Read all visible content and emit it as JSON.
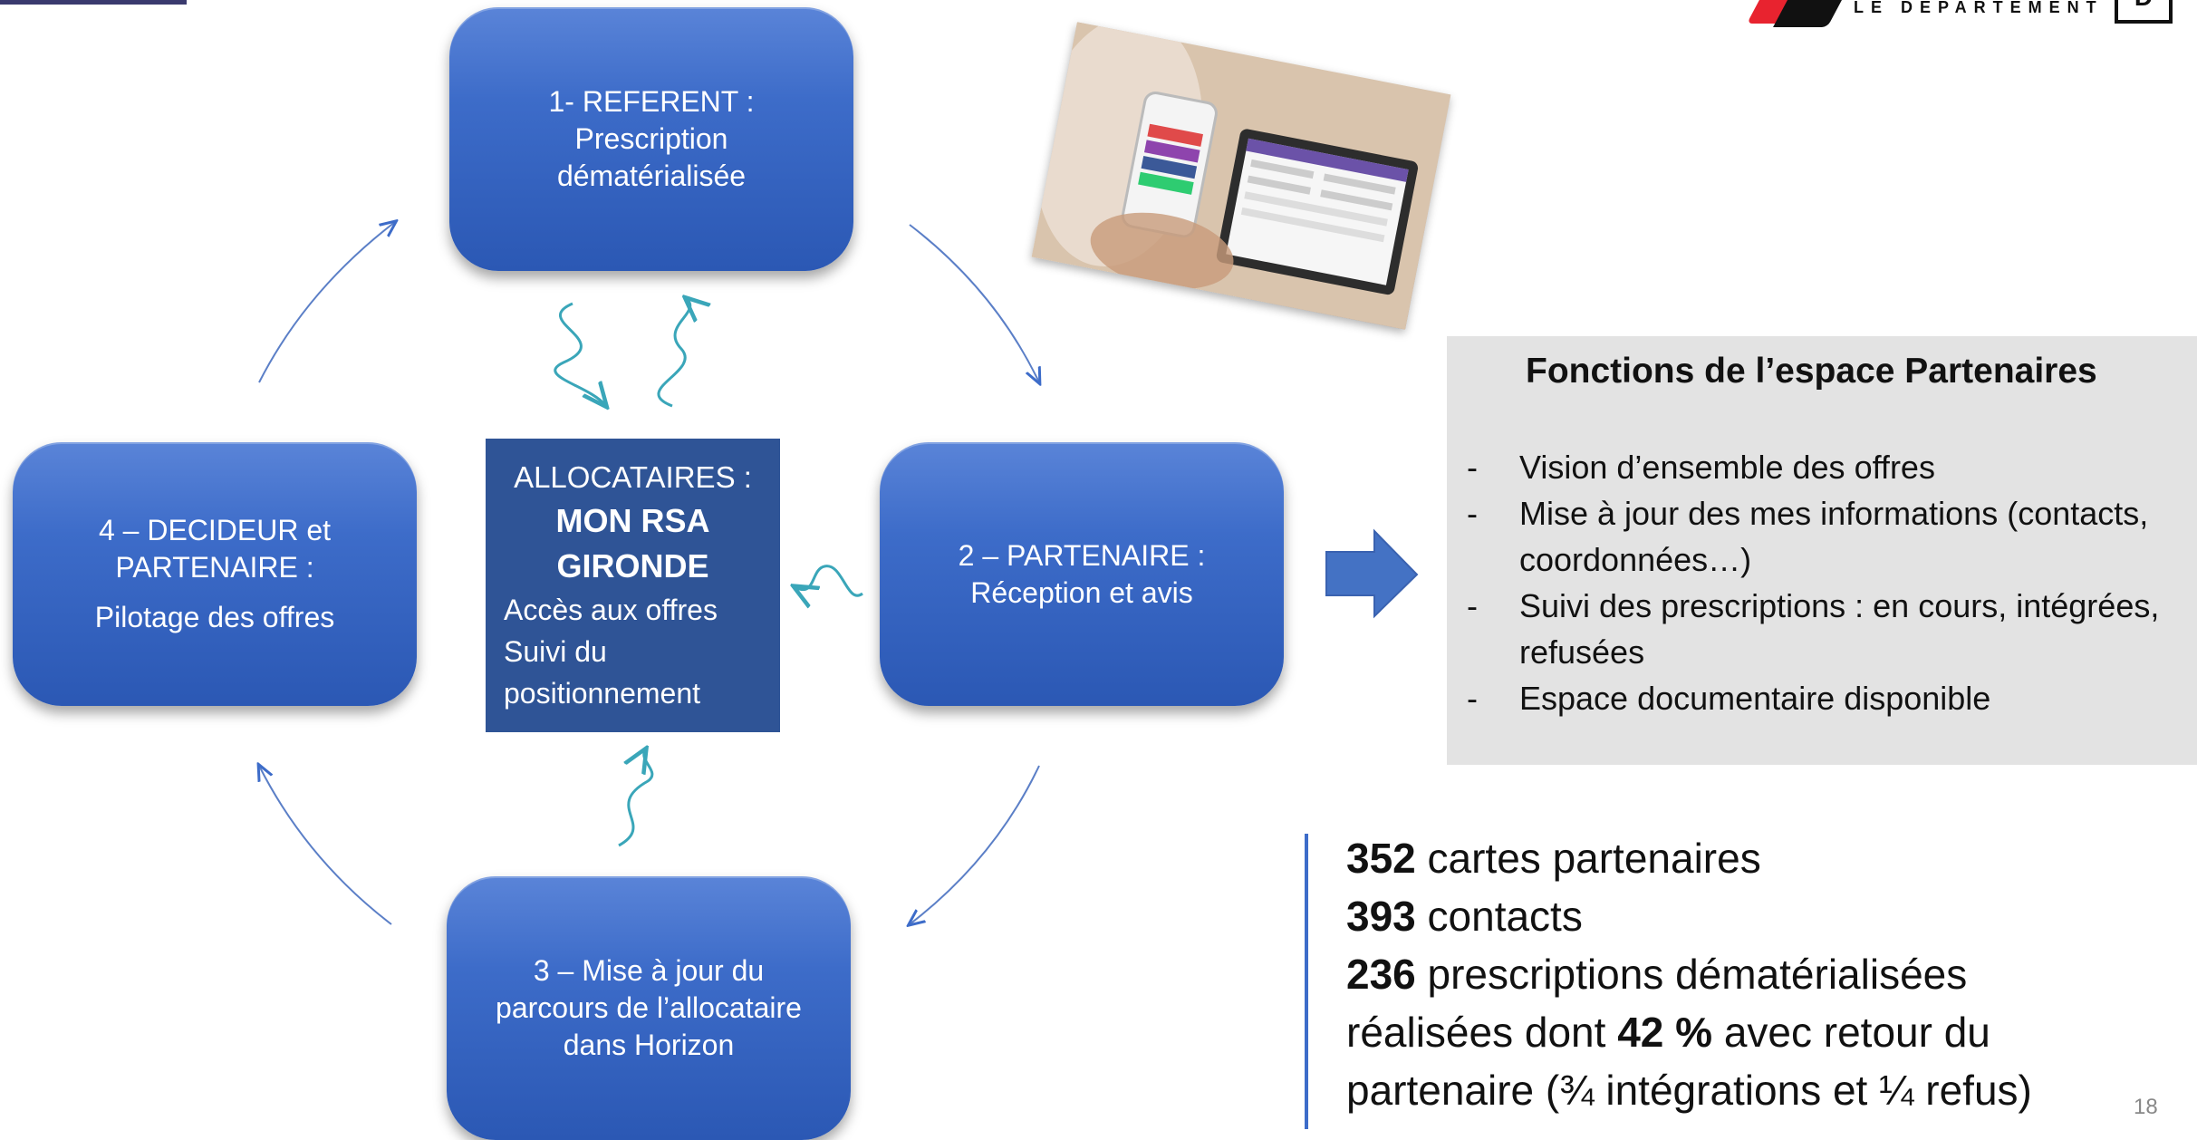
{
  "logo": {
    "text": "LE DÉPARTEMENT",
    "letter": "D"
  },
  "cycle": {
    "step1": {
      "line1": "1- REFERENT :",
      "line2": "Prescription",
      "line3": "dématérialisée"
    },
    "step2": {
      "line1": "2 – PARTENAIRE :",
      "line2": "Réception et avis"
    },
    "step3": {
      "line1": "3 – Mise à jour du",
      "line2": "parcours de l’allocataire",
      "line3": "dans Horizon"
    },
    "step4": {
      "line1": "4 – DECIDEUR et",
      "line2": "PARTENAIRE :",
      "line3": "Pilotage des offres"
    },
    "center": {
      "heading": "ALLOCATAIRES :",
      "bold1": "MON RSA",
      "bold2": "GIRONDE",
      "line1": "Accès aux offres",
      "line2": "Suivi du",
      "line3": "positionnement"
    }
  },
  "panel": {
    "title": "Fonctions de l’espace Partenaires",
    "bullet": "-",
    "items": [
      "Vision d’ensemble des offres",
      "Mise à jour des mes informations (contacts, coordonnées…)",
      "Suivi des prescriptions : en cours, intégrées, refusées",
      "Espace documentaire disponible"
    ]
  },
  "stats": {
    "cards_num": "352",
    "cards_text": " cartes partenaires",
    "contacts_num": "393",
    "contacts_text": " contacts",
    "presc_num": "236",
    "presc_text": " prescriptions dématérialisées",
    "line4_a": "réalisées dont ",
    "pct": "42 %",
    "line4_b": " avec retour du",
    "line5": "partenaire (¾ intégrations et ¼ refus)"
  },
  "page_number": "18",
  "colors": {
    "box_blue": "#3d6cc9",
    "center_blue": "#2f5496",
    "arrow_teal": "#3aa6b9",
    "panel_grey": "#e3e3e3"
  }
}
